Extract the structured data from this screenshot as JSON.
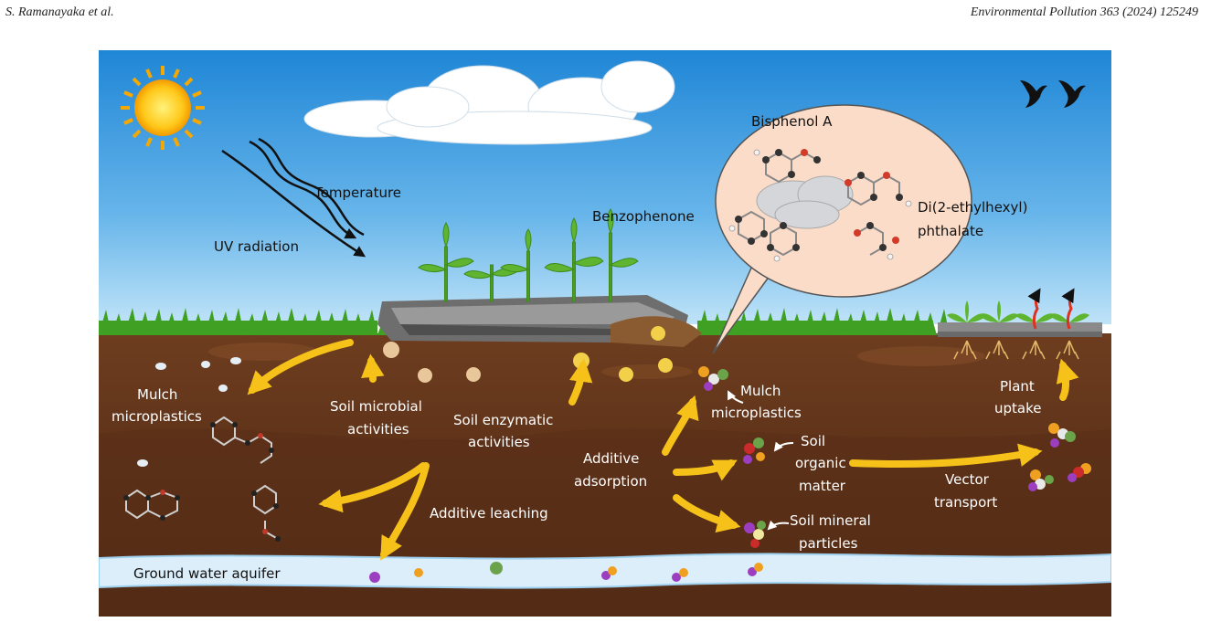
{
  "header": {
    "authors": "S. Ramanayaka et al.",
    "journal": "Environmental Pollution 363 (2024) 125249"
  },
  "figure": {
    "labels": {
      "temperature": "Temperature",
      "uv_radiation": "UV radiation",
      "benzophenone": "Benzophenone",
      "bisphenol_a": "Bisphenol A",
      "dehp_line1": "Di(2-ethylhexyl)",
      "dehp_line2": "phthalate",
      "mulch_left_1": "Mulch",
      "mulch_left_2": "microplastics",
      "microbial_1": "Soil microbial",
      "microbial_2": "activities",
      "enzymatic_1": "Soil enzymatic",
      "enzymatic_2": "activities",
      "mulch_right_1": "Mulch",
      "mulch_right_2": "microplastics",
      "plant_1": "Plant",
      "plant_2": "uptake",
      "additive_ads_1": "Additive",
      "additive_ads_2": "adsorption",
      "organic_1": "Soil",
      "organic_2": "organic",
      "organic_3": "matter",
      "vector_1": "Vector",
      "vector_2": "transport",
      "mineral_1": "Soil mineral",
      "mineral_2": "particles",
      "leaching": "Additive leaching",
      "aquifer": "Ground water aquifer"
    }
  }
}
